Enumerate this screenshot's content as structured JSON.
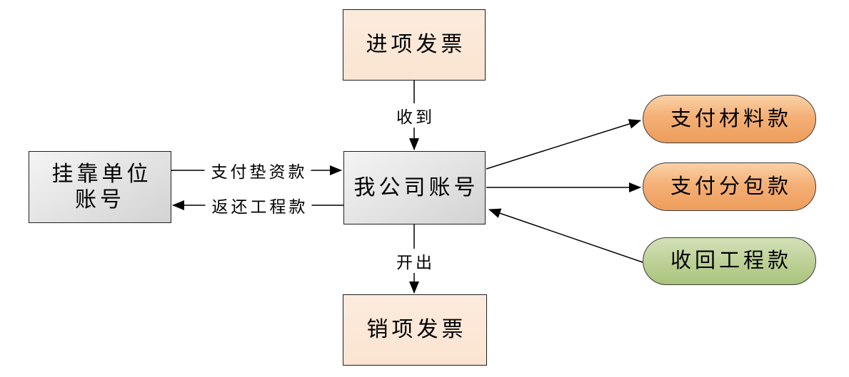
{
  "diagram": {
    "nodes": [
      {
        "id": "input-invoice",
        "label": "进项发票",
        "shape": "rectangle",
        "fill": "peach"
      },
      {
        "id": "affiliated-account",
        "label": "挂靠单位账号",
        "lines": [
          "挂靠单位",
          "账号"
        ],
        "shape": "rectangle",
        "fill": "gray"
      },
      {
        "id": "company-account",
        "label": "我公司账号",
        "shape": "rectangle",
        "fill": "gray"
      },
      {
        "id": "output-invoice",
        "label": "销项发票",
        "shape": "rectangle",
        "fill": "peach"
      },
      {
        "id": "pay-material",
        "label": "支付材料款",
        "shape": "rounded",
        "fill": "orange"
      },
      {
        "id": "pay-subcontract",
        "label": "支付分包款",
        "shape": "rounded",
        "fill": "orange"
      },
      {
        "id": "recover-project",
        "label": "收回工程款",
        "shape": "rounded",
        "fill": "green"
      }
    ],
    "edges": [
      {
        "from": "进项发票",
        "to": "我公司账号",
        "label": "收到"
      },
      {
        "from": "挂靠单位账号",
        "to": "我公司账号",
        "label": "支付垫资款"
      },
      {
        "from": "我公司账号",
        "to": "挂靠单位账号",
        "label": "返还工程款"
      },
      {
        "from": "我公司账号",
        "to": "销项发票",
        "label": "开出"
      },
      {
        "from": "我公司账号",
        "to": "支付材料款",
        "label": ""
      },
      {
        "from": "我公司账号",
        "to": "支付分包款",
        "label": ""
      },
      {
        "from": "收回工程款",
        "to": "我公司账号",
        "label": ""
      }
    ],
    "colors": {
      "peach_fill": "#fbe5d6",
      "gray_fill_light": "#f4f4f4",
      "gray_fill_dark": "#d2d2d2",
      "orange_fill_light": "#fad2a6",
      "orange_fill_dark": "#ee9d5b",
      "green_fill_light": "#d3e0b8",
      "green_fill_dark": "#a9c47d",
      "line_color": "#000000",
      "text_color": "#000000"
    }
  }
}
